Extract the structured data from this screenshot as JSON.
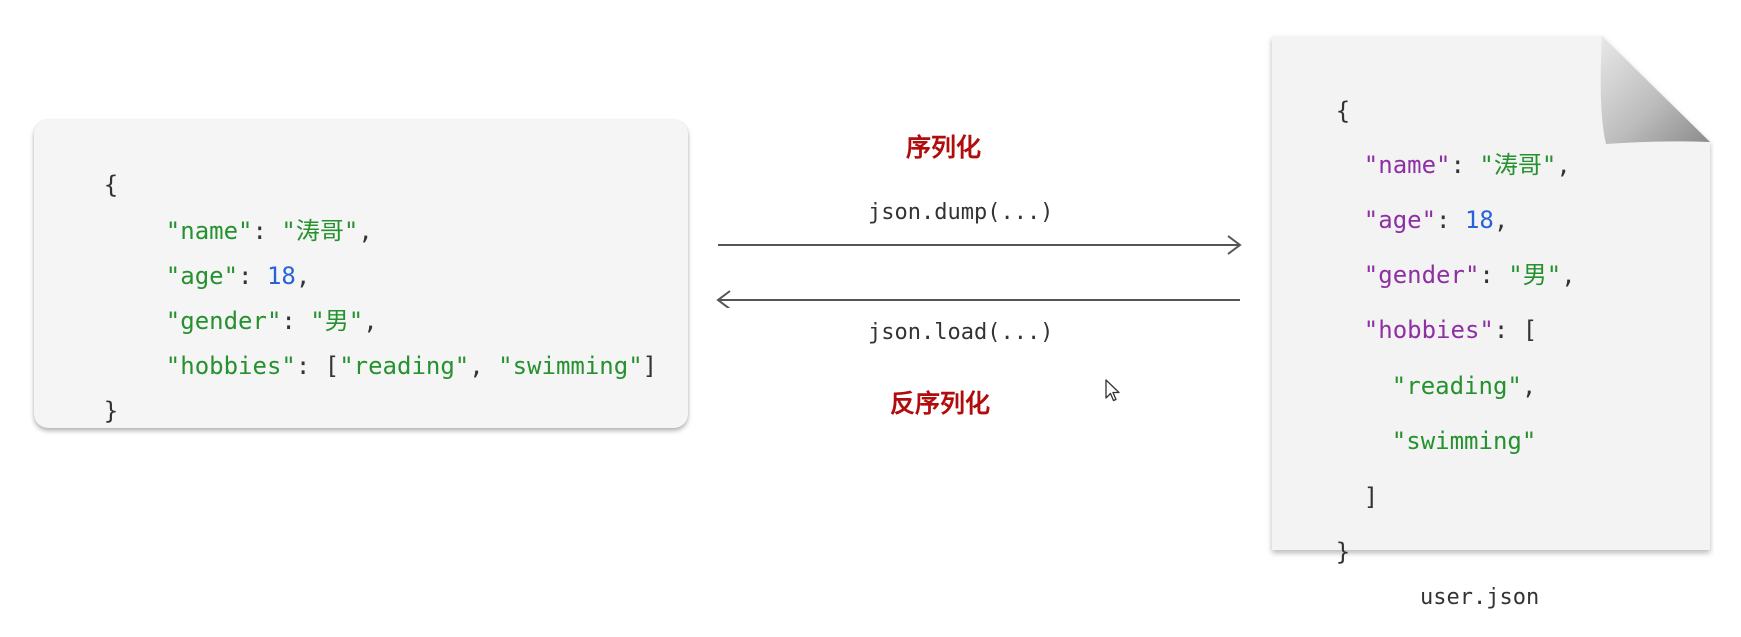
{
  "left_code": {
    "open_brace": "{",
    "name_key": "\"name\"",
    "name_value": "\"涛哥\"",
    "age_key": "\"age\"",
    "age_value": "18",
    "gender_key": "\"gender\"",
    "gender_value": "\"男\"",
    "hobbies_key": "\"hobbies\"",
    "hobby_1": "\"reading\"",
    "hobby_2": "\"swimming\"",
    "close_brace": "}"
  },
  "serialize": {
    "label": "序列化",
    "function": "json.dump(...)"
  },
  "deserialize": {
    "label": "反序列化",
    "function": "json.load(...)"
  },
  "file": {
    "open_brace": "{",
    "name_key": "\"name\"",
    "name_value": "\"涛哥\"",
    "age_key": "\"age\"",
    "age_value": "18",
    "gender_key": "\"gender\"",
    "gender_value": "\"男\"",
    "hobbies_key": "\"hobbies\"",
    "open_bracket": "[",
    "hobby_1": "\"reading\"",
    "hobby_2": "\"swimming\"",
    "close_bracket": "]",
    "close_brace": "}",
    "filename": "user.json"
  },
  "colors": {
    "key_green": "#26912f",
    "key_purple": "#8e2fa3",
    "number_blue": "#2762d9",
    "label_red": "#b10d0d"
  }
}
